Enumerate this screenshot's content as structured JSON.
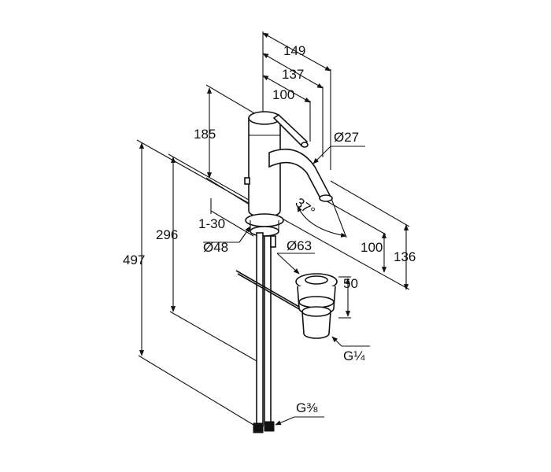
{
  "dimensions": {
    "d149": "149",
    "d137": "137",
    "d100_top": "100",
    "d185": "185",
    "dia27": "Ø27",
    "angle37": "37°",
    "d1_30": "1-30",
    "d296": "296",
    "dia48": "Ø48",
    "dia63": "Ø63",
    "d100_right": "100",
    "d136": "136",
    "d497": "497",
    "d50": "50",
    "g14": "G¼",
    "g38": "G⅜"
  },
  "colors": {
    "line": "#111111",
    "background": "#ffffff"
  }
}
